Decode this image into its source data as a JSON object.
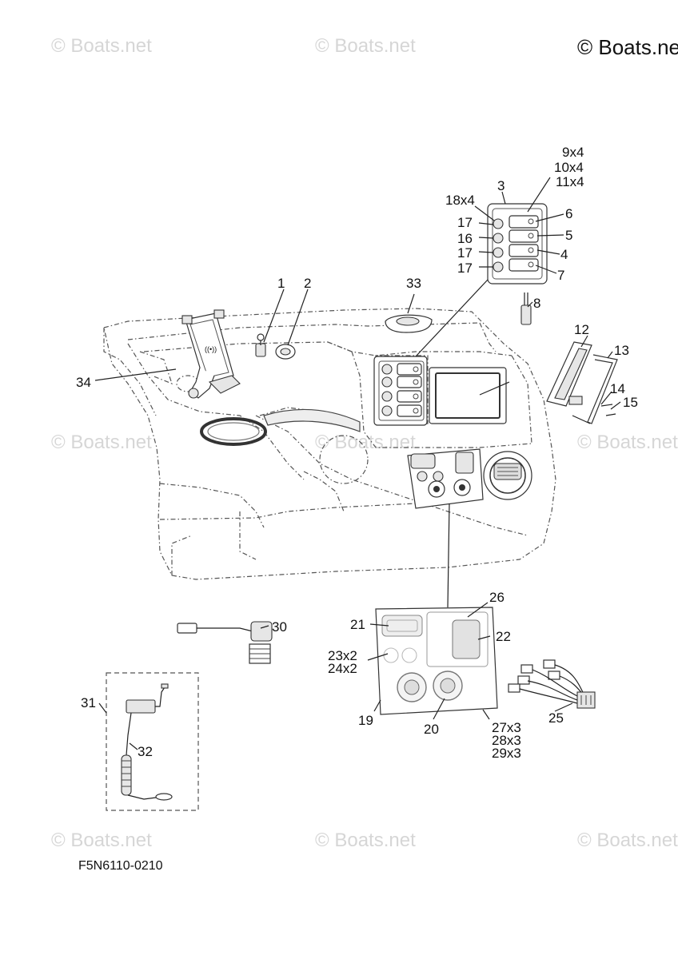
{
  "watermark": {
    "main": "© Boats.net",
    "faint": [
      "© Boats.net",
      "© Boats.net",
      "© Boats.net",
      "© Boats.net",
      "© Boats.net",
      "© Boats.net",
      "© Boats.net",
      "© Boats.net"
    ]
  },
  "diagram_code": "F5N6110-0210",
  "callouts": {
    "c1": "1",
    "c2": "2",
    "c3": "3",
    "c4": "4",
    "c5": "5",
    "c6": "6",
    "c7": "7",
    "c8": "8",
    "c9": "9x4",
    "c10": "10x4",
    "c11": "11x4",
    "c12": "12",
    "c13": "13",
    "c14": "14",
    "c15": "15",
    "c16": "16",
    "c17a": "17",
    "c17b": "17",
    "c17c": "17",
    "c18": "18x4",
    "c19": "19",
    "c20": "20",
    "c21": "21",
    "c22": "22",
    "c23": "23x2",
    "c24": "24x2",
    "c25": "25",
    "c26": "26",
    "c27": "27x3",
    "c28": "28x3",
    "c29": "29x3",
    "c30": "30",
    "c31": "31",
    "c32": "32",
    "c33": "33",
    "c34": "34"
  }
}
